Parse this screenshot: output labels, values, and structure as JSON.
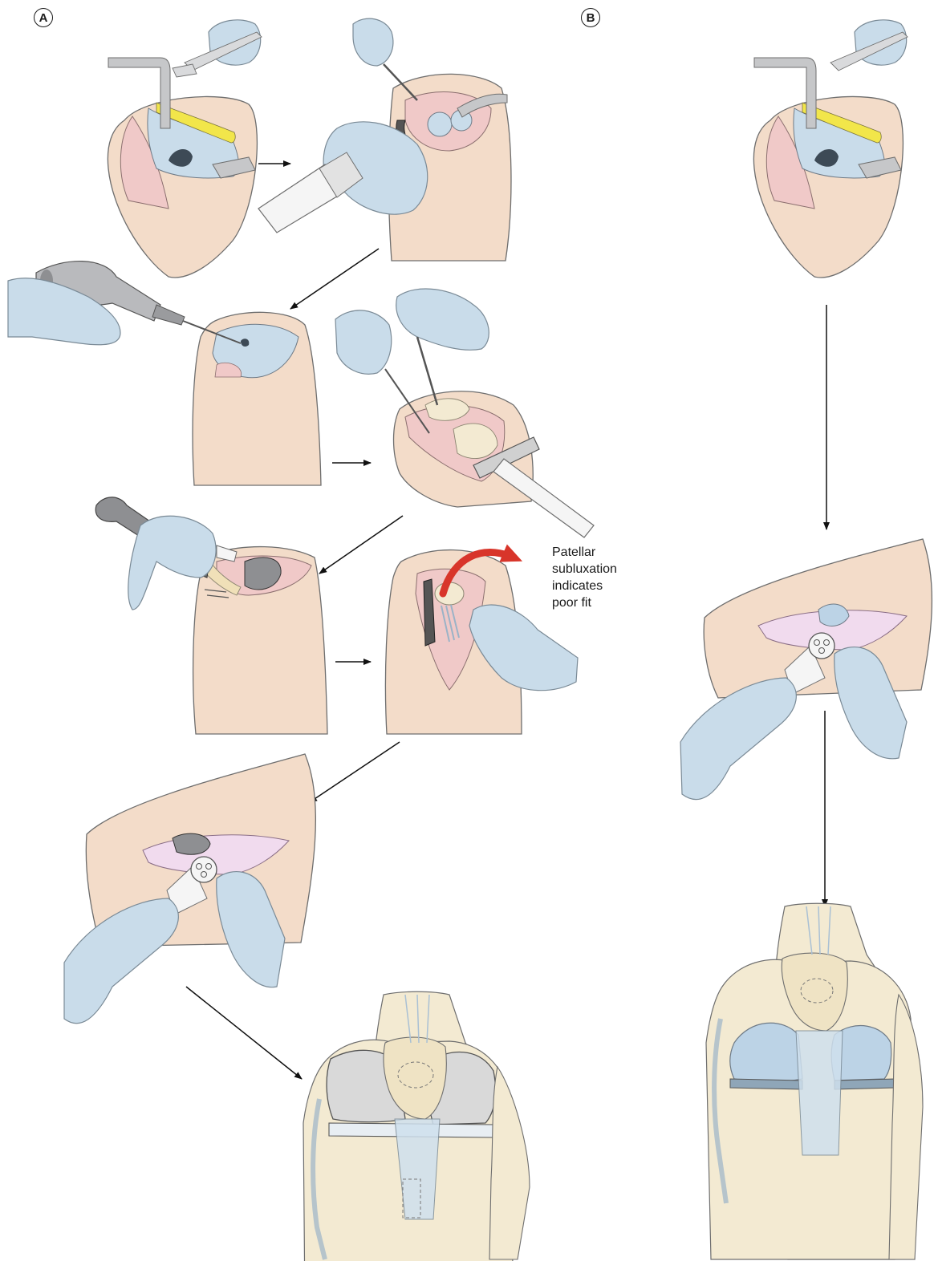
{
  "panels": [
    {
      "id": "A",
      "label": "A"
    },
    {
      "id": "B",
      "label": "B"
    }
  ],
  "annotation": {
    "lines": [
      "Patellar",
      "subluxation",
      "indicates",
      "poor fit"
    ],
    "arrow_color": "#d8352a"
  },
  "colors": {
    "skin": "#f3dcc9",
    "skin_outline": "#6e6e6e",
    "glove": "#c9dcea",
    "glove_outline": "#7a8a96",
    "tissue": "#f0c9c8",
    "cartilage": "#bcd3e6",
    "fat": "#f2e64a",
    "instrument": "#b9babd",
    "bone": "#f3ead2",
    "tendon": "#cfe0ee",
    "implant": "#d9d9d9",
    "curved_arrow": "#d8352a"
  },
  "icons": {
    "steps_a": [
      "exposure-step",
      "guide-placement-step",
      "drilling-step",
      "cutting-guide-step",
      "impaction-step",
      "trial-step",
      "patella-step",
      "result-knee"
    ],
    "steps_b": [
      "exposure-step",
      "patella-step",
      "result-knee"
    ]
  }
}
